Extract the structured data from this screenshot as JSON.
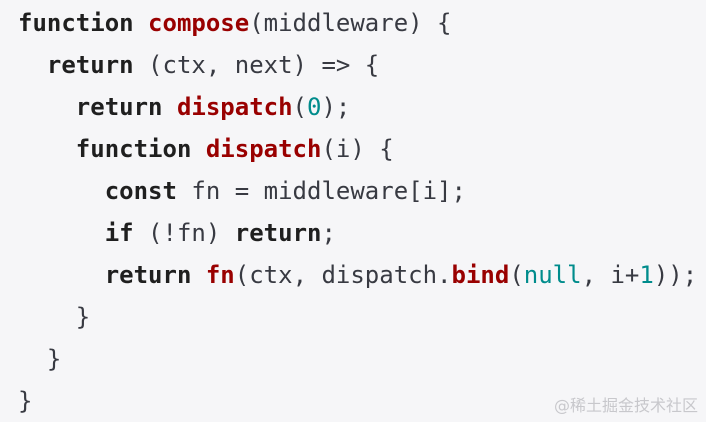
{
  "colors": {
    "background": "#f6f6f8",
    "keyword": "#1f1f1f",
    "function_name": "#990000",
    "number": "#008c8c",
    "plain": "#383a42"
  },
  "code": {
    "lines": [
      {
        "tokens": [
          {
            "t": "kw",
            "text": "function"
          },
          {
            "t": "plain",
            "text": " "
          },
          {
            "t": "fn",
            "text": "compose"
          },
          {
            "t": "plain",
            "text": "(middleware) {"
          }
        ]
      },
      {
        "tokens": [
          {
            "t": "plain",
            "text": "  "
          },
          {
            "t": "kw",
            "text": "return"
          },
          {
            "t": "plain",
            "text": " (ctx, next) => {"
          }
        ]
      },
      {
        "tokens": [
          {
            "t": "plain",
            "text": "    "
          },
          {
            "t": "kw",
            "text": "return"
          },
          {
            "t": "plain",
            "text": " "
          },
          {
            "t": "fn",
            "text": "dispatch"
          },
          {
            "t": "plain",
            "text": "("
          },
          {
            "t": "num",
            "text": "0"
          },
          {
            "t": "plain",
            "text": ");"
          }
        ]
      },
      {
        "tokens": [
          {
            "t": "plain",
            "text": "    "
          },
          {
            "t": "kw",
            "text": "function"
          },
          {
            "t": "plain",
            "text": " "
          },
          {
            "t": "fn",
            "text": "dispatch"
          },
          {
            "t": "plain",
            "text": "(i) {"
          }
        ]
      },
      {
        "tokens": [
          {
            "t": "plain",
            "text": "      "
          },
          {
            "t": "kw",
            "text": "const"
          },
          {
            "t": "plain",
            "text": " fn = middleware[i];"
          }
        ]
      },
      {
        "tokens": [
          {
            "t": "plain",
            "text": "      "
          },
          {
            "t": "kw",
            "text": "if"
          },
          {
            "t": "plain",
            "text": " (!fn) "
          },
          {
            "t": "kw",
            "text": "return"
          },
          {
            "t": "plain",
            "text": ";"
          }
        ]
      },
      {
        "tokens": [
          {
            "t": "plain",
            "text": "      "
          },
          {
            "t": "kw",
            "text": "return"
          },
          {
            "t": "plain",
            "text": " "
          },
          {
            "t": "fn",
            "text": "fn"
          },
          {
            "t": "plain",
            "text": "(ctx, dispatch."
          },
          {
            "t": "fn",
            "text": "bind"
          },
          {
            "t": "plain",
            "text": "("
          },
          {
            "t": "lit",
            "text": "null"
          },
          {
            "t": "plain",
            "text": ", i+"
          },
          {
            "t": "num",
            "text": "1"
          },
          {
            "t": "plain",
            "text": "));"
          }
        ]
      },
      {
        "tokens": [
          {
            "t": "plain",
            "text": "    }"
          }
        ]
      },
      {
        "tokens": [
          {
            "t": "plain",
            "text": "  }"
          }
        ]
      },
      {
        "tokens": [
          {
            "t": "plain",
            "text": "}"
          }
        ]
      }
    ]
  },
  "watermark": "@稀土掘金技术社区"
}
